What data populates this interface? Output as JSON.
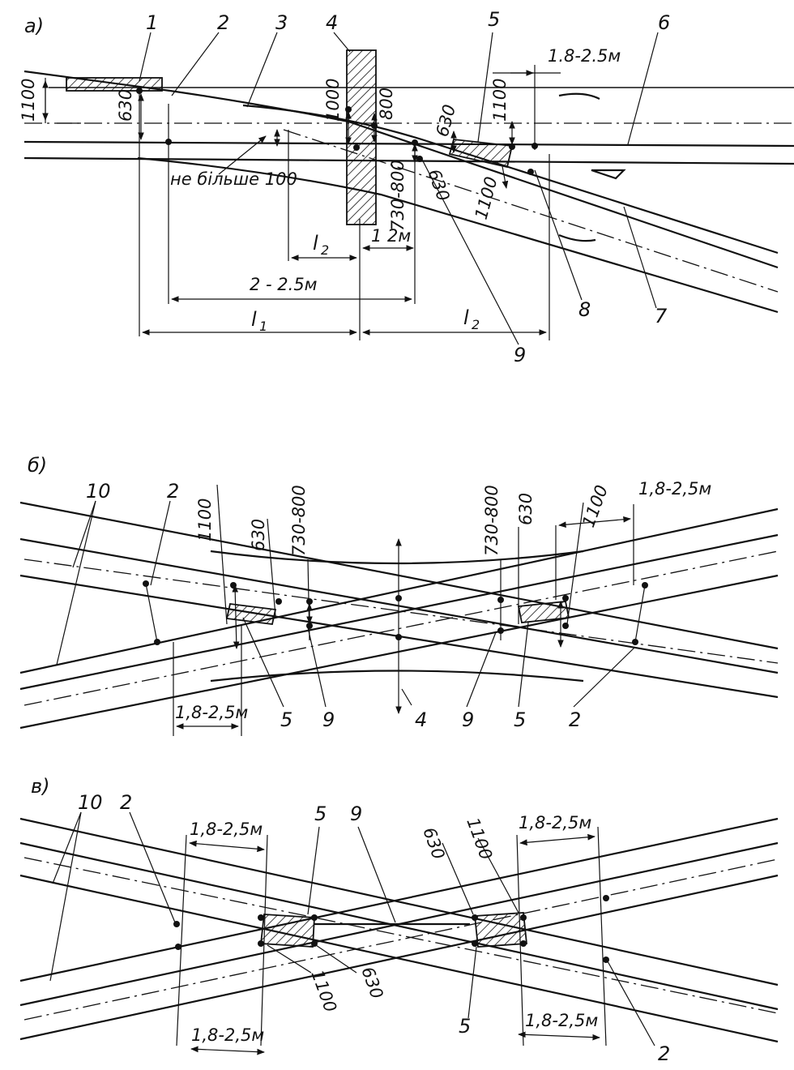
{
  "panels": {
    "a": {
      "letter": "а)",
      "callouts": [
        "1",
        "2",
        "3",
        "4",
        "5",
        "6",
        "7",
        "8",
        "9"
      ],
      "dims": {
        "d1100_left": "1100",
        "d630_left": "630",
        "d1000": "1000",
        "d800": "800",
        "d630_mid": "630",
        "d1100_mid": "1100",
        "d730_800": "730-800",
        "d630_low": "630",
        "d1100_low": "1100",
        "d1_8_2_5": "1.8-2.5м",
        "not_more": "не більше 100",
        "l2_left": "l",
        "l2_left_sub": "2",
        "d1_2": "1 2м",
        "d2_2_5": "2 - 2.5м",
        "l1": "l",
        "l1_sub": "1",
        "l2_right": "l",
        "l2_right_sub": "2"
      }
    },
    "b": {
      "letter": "б)",
      "callouts": [
        "10",
        "2",
        "5",
        "9",
        "4",
        "9",
        "5",
        "2"
      ],
      "dims": {
        "d1100_l": "1100",
        "d630_l": "630",
        "d730_800_l": "730-800",
        "d730_800_r": "730-800",
        "d630_r": "630",
        "d1100_r": "1100",
        "d1_8_2_5_top": "1,8-2,5м",
        "d1_8_2_5_bot": "1,8-2,5м"
      }
    },
    "c": {
      "letter": "в)",
      "callouts": [
        "10",
        "2",
        "5",
        "9",
        "5",
        "2"
      ],
      "dims": {
        "d1_8_2_5_tl": "1,8-2,5м",
        "d1_8_2_5_tr": "1,8-2,5м",
        "d1_8_2_5_bl": "1,8-2,5м",
        "d1_8_2_5_br": "1,8-2,5м",
        "d630_tr": "630",
        "d1100_tr": "1100",
        "d1100_bl": "1100",
        "d630_bl": "630"
      }
    }
  }
}
